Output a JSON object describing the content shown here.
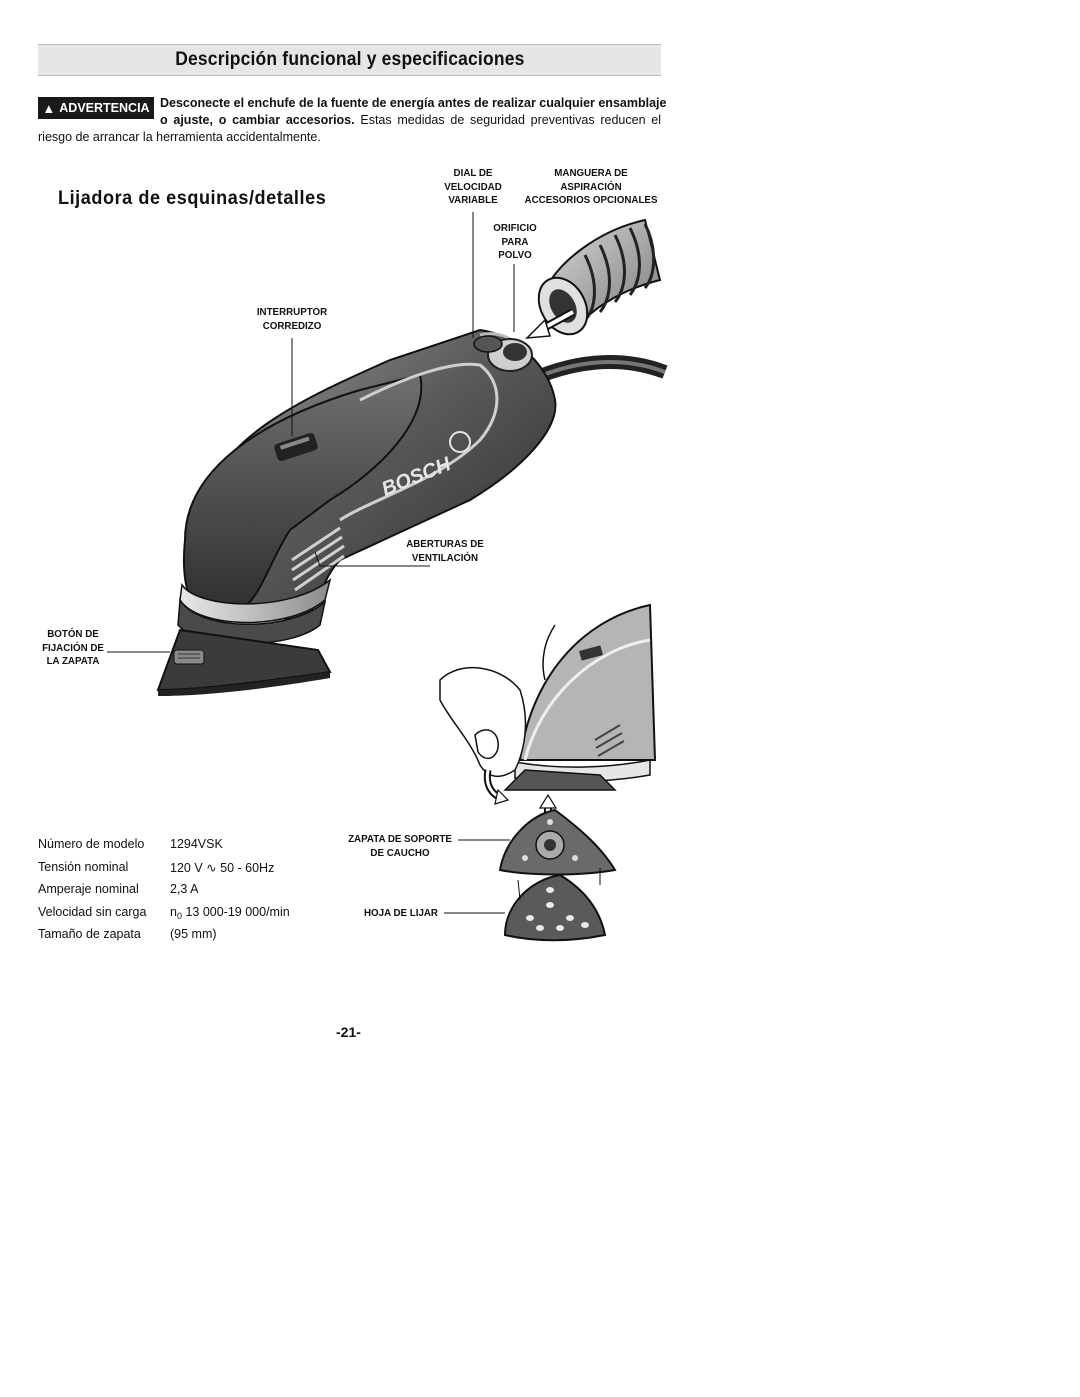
{
  "header": {
    "title": "Descripción funcional y especificaciones"
  },
  "warning": {
    "badge": "ADVERTENCIA",
    "line1_bold": "Desconecte el enchufe de la fuente de energía antes de realizar cualquier ensamblaje",
    "line2_bold": "o ajuste, o cambiar accesorios.",
    "line2_rest": " Estas medidas de seguridad preventivas reducen el",
    "line3": "riesgo de arrancar la herramienta accidentalmente."
  },
  "tool_title": "Lijadora de esquinas/detalles",
  "brand_on_tool": "BOSCH",
  "callouts": {
    "dial": [
      "DIAL DE",
      "VELOCIDAD",
      "VARIABLE"
    ],
    "hose": [
      "MANGUERA DE",
      "ASPIRACIÓN",
      "ACCESORIOS OPCIONALES"
    ],
    "dust_port": [
      "ORIFICIO",
      "PARA",
      "POLVO"
    ],
    "switch": [
      "INTERRUPTOR",
      "CORREDIZO"
    ],
    "vents": [
      "ABERTURAS DE",
      "VENTILACIÓN"
    ],
    "pad_button": [
      "BOTÓN DE",
      "FIJACIÓN DE",
      "LA ZAPATA"
    ],
    "rubber_pad": [
      "ZAPATA DE SOPORTE",
      "DE CAUCHO"
    ],
    "sandpaper": [
      "HOJA DE LIJAR"
    ]
  },
  "specs": [
    {
      "label": "Número de modelo",
      "value": "1294VSK"
    },
    {
      "label": "Tensión nominal",
      "value_pre": "120 V",
      "value_symbol": "∿",
      "value_post": "50 - 60Hz"
    },
    {
      "label": "Amperaje nominal",
      "value": "2,3 A"
    },
    {
      "label": "Velocidad sin carga",
      "value_prefix": "n",
      "value_sub": "0",
      "value": "13 000-19 000/min"
    },
    {
      "label": "Tamaño de zapata",
      "value": "(95 mm)"
    }
  ],
  "page_number": "-21-"
}
